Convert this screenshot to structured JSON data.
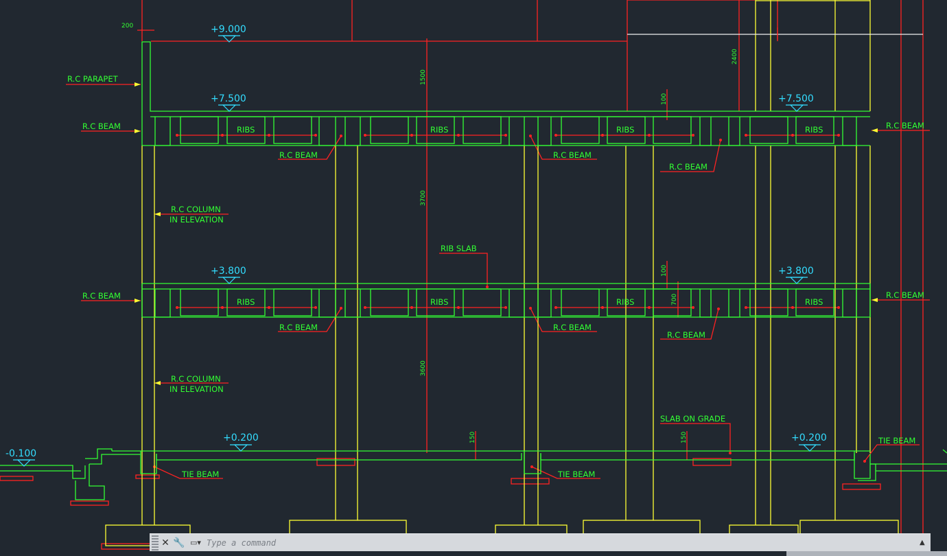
{
  "colors": {
    "background": "#212830",
    "structure_green": "#33ff33",
    "column_yellow": "#ffff33",
    "annotation_red": "#ff2222",
    "level_cyan": "#33ddff"
  },
  "drawing": {
    "levels": {
      "top": "+9.000",
      "roof": "+7.500",
      "roof_right": "+7.500",
      "first": "+3.800",
      "first_right": "+3.800",
      "ground": "+0.200",
      "ground_right": "+0.200",
      "grade": "-0.100"
    },
    "labels": {
      "parapet": "R.C PARAPET",
      "beam_left_upper": "R.C BEAM",
      "beam_left_lower": "R.C BEAM",
      "beam_right_upper": "R.C BEAM",
      "beam_right_lower": "R.C BEAM",
      "column_upper_1": "R.C COLUMN",
      "column_upper_2": "IN ELEVATION",
      "column_lower_1": "R.C COLUMN",
      "column_lower_2": "IN ELEVATION",
      "rib_slab": "RIB SLAB",
      "slab_on_grade": "SLAB ON GRADE",
      "tie_beam_1": "TIE BEAM",
      "tie_beam_2": "TIE BEAM",
      "tie_beam_3": "TIE BEAM",
      "ribs": "RIBS",
      "rc_beam_mid": "R.C BEAM"
    },
    "dimensions": {
      "d200": "200",
      "d1500": "1500",
      "d2400": "2400",
      "d3700": "3700",
      "d3600": "3600",
      "d100": "100",
      "d700": "700",
      "d150": "150"
    }
  },
  "command_line": {
    "placeholder": "Type a command",
    "close_icon": "close-icon",
    "settings_icon": "wrench-icon",
    "prompt_icon": "command-prompt-icon"
  }
}
